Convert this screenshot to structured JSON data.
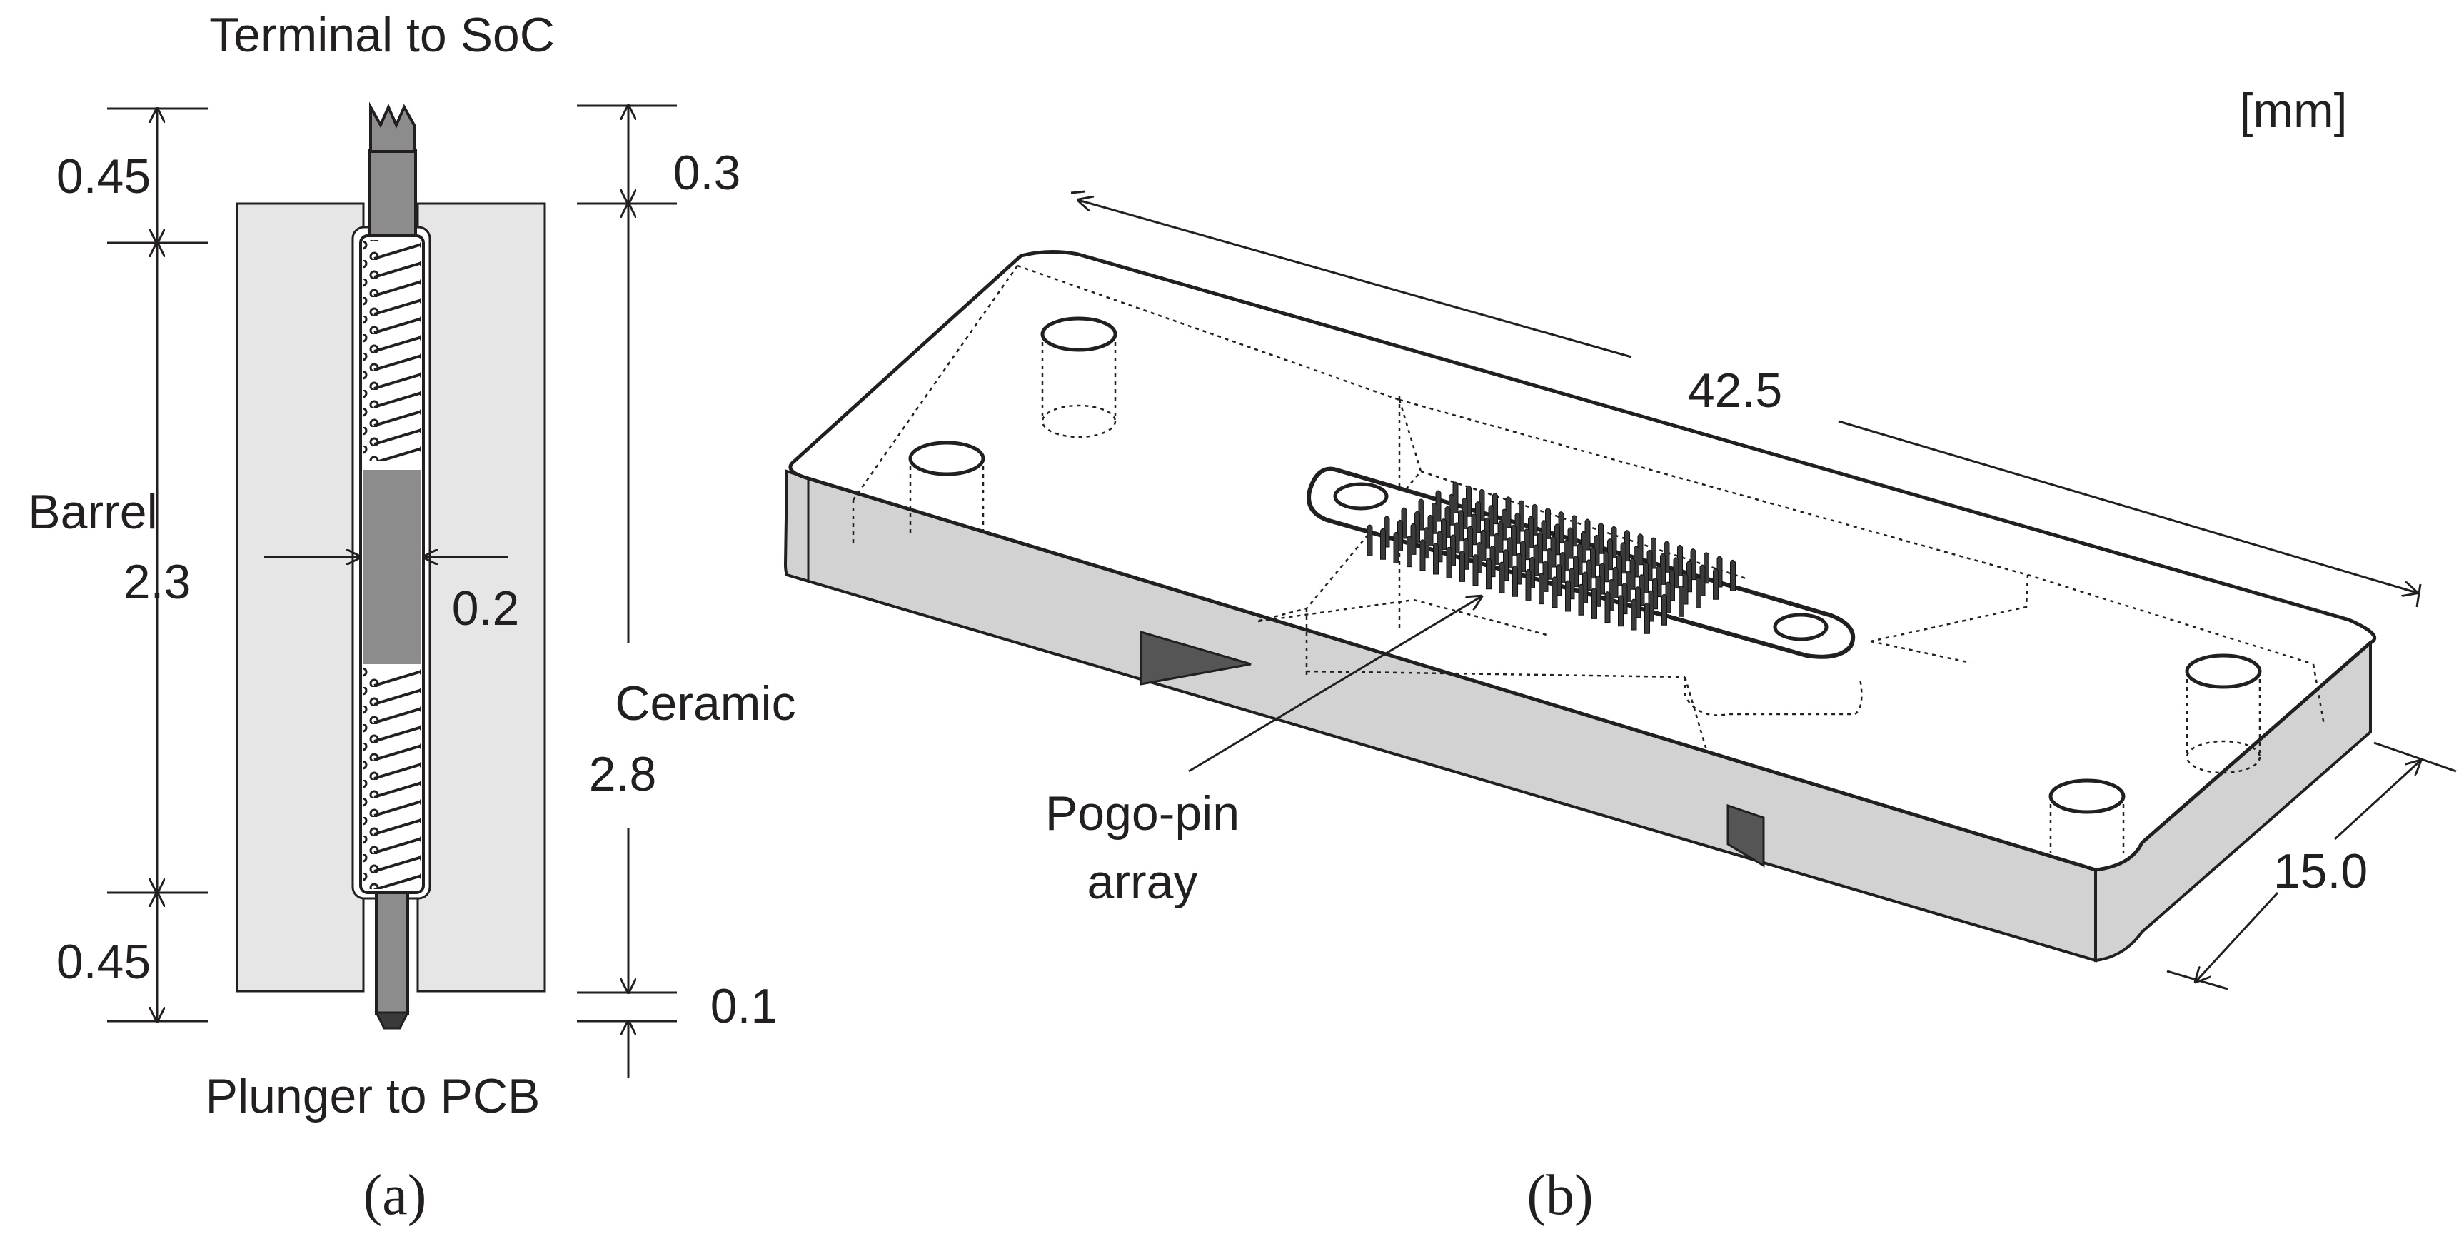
{
  "panel_a": {
    "caption": "(a)",
    "top_label": "Terminal to SoC",
    "bottom_label": "Plunger to PCB",
    "dim_terminal_len": "0.45",
    "dim_barrel_name": "Barrel",
    "dim_barrel_len": "2.3",
    "dim_plunger_len": "0.45",
    "dim_width": "0.2",
    "dim_top_offset": "0.3",
    "dim_ceramic_name": "Ceramic",
    "dim_ceramic_len": "2.8",
    "dim_bottom_offset": "0.1"
  },
  "panel_b": {
    "caption": "(b)",
    "unit_label": "[mm]",
    "dim_length": "42.5",
    "dim_width": "15.0",
    "array_label_line1": "Pogo-pin",
    "array_label_line2": "array"
  },
  "colors": {
    "ink": "#231f20",
    "ceramic_fill": "#e6e6e6",
    "side_face": "#d2d2d2",
    "barrel_gray": "#8c8c8c",
    "pin_dark": "#3a3a3a"
  }
}
